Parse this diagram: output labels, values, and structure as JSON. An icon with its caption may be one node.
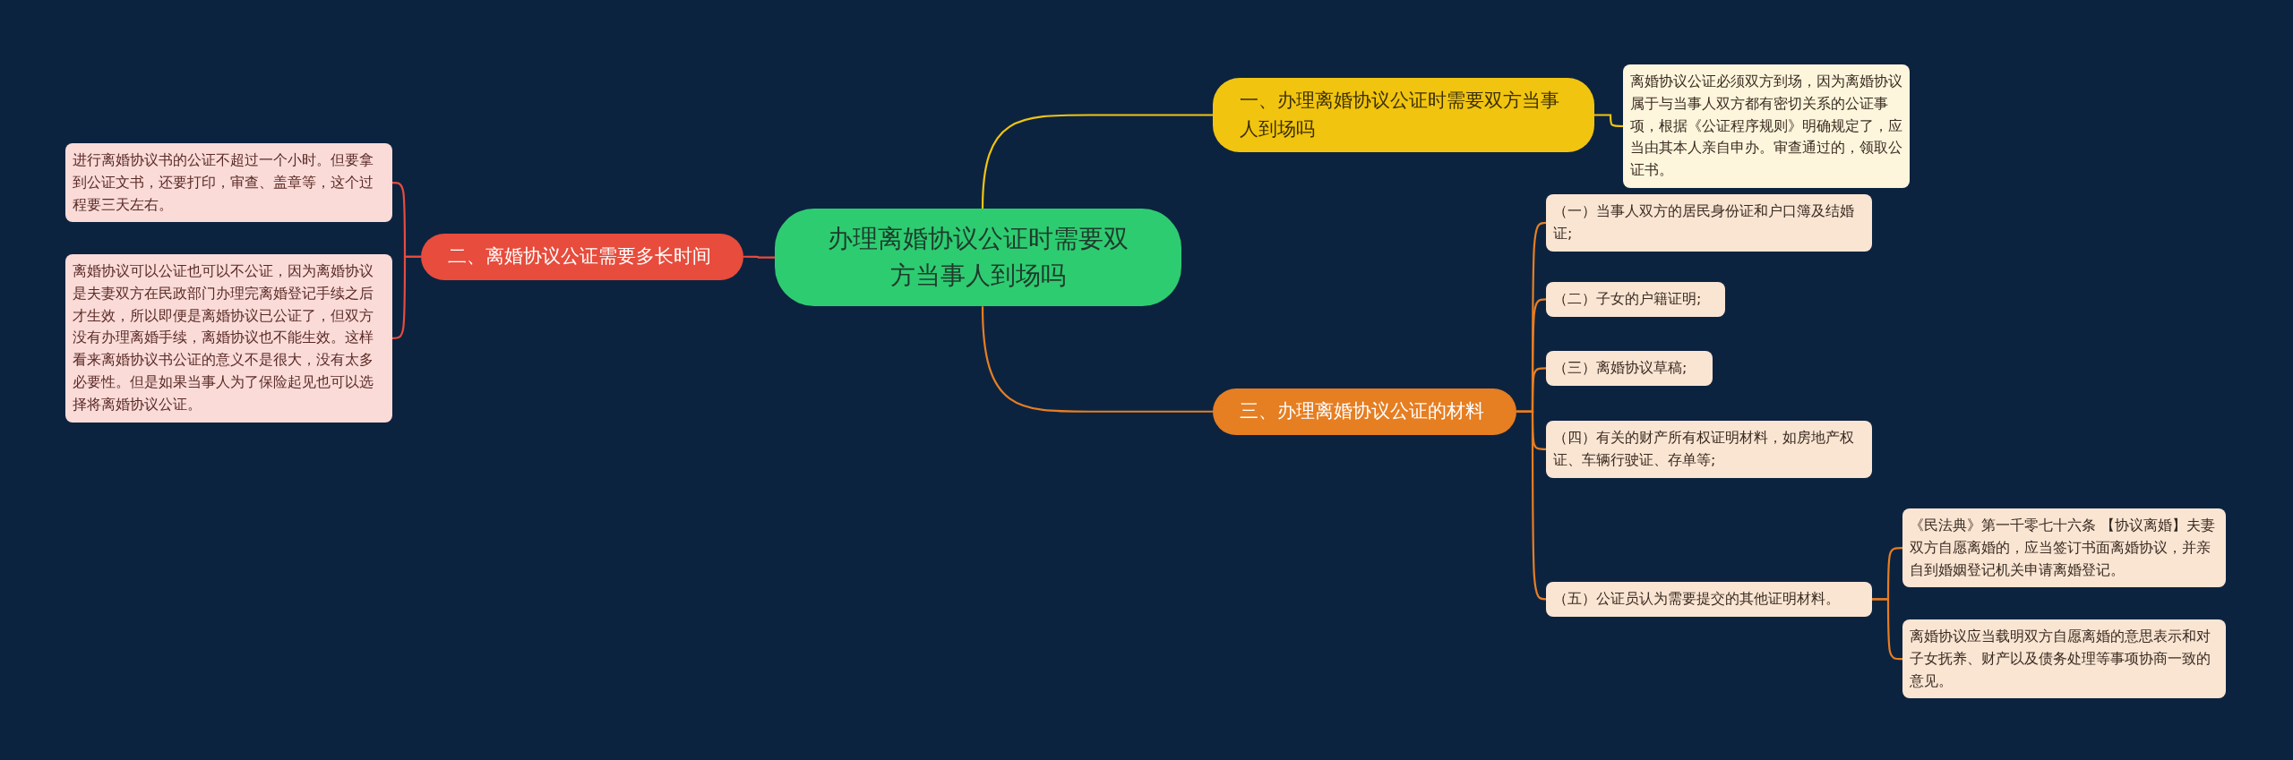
{
  "diagram": {
    "nodes": [
      {
        "text": [
          "办理离婚协议公证时需要双方当事人到场吗"
        ]
      },
      {
        "text": [
          "一、办理离婚协议公证时需要双方当事人到场吗"
        ]
      },
      {
        "text": [
          "离婚协议公证必须双方到场，因为离婚协议属于与当事人双方都有密切关系的公证事项，根据《公证程序规则》明确规定了，应当由其本人亲自申办。审查通过的，领取公证书。"
        ]
      },
      {
        "text": [
          "二、离婚协议公证需要多长时间"
        ]
      },
      {
        "text": [
          "进行离婚协议书的公证不超过一个小时。但要拿到公证文书，还要打印，审查、盖章等，这个过程要三天左右。"
        ]
      },
      {
        "text": [
          "离婚协议可以公证也可以不公证，因为离婚协议是夫妻双方在民政部门办理完离婚登记手续之后才生效，所以即便是离婚协议已公证了，但双方没有办理离婚手续，离婚协议也不能生效。这样看来离婚协议书公证的意义不是很大，没有太多必要性。但是如果当事人为了保险起见也可以选择将离婚协议公证。"
        ]
      },
      {
        "text": [
          "三、办理离婚协议公证的材料"
        ]
      },
      {
        "text": [
          "（一）当事人双方的居民身份证和户口簿及结婚证;"
        ]
      },
      {
        "text": [
          "（二）子女的户籍证明;"
        ]
      },
      {
        "text": [
          "（三）离婚协议草稿;"
        ]
      },
      {
        "text": [
          "（四）有关的财产所有权证明材料，如房地产权证、车辆行驶证、存单等;"
        ]
      },
      {
        "text": [
          "（五）公证员认为需要提交的其他证明材料。"
        ]
      },
      {
        "text": [
          "《民法典》第一千零七十六条 【协议离婚】夫妻双方自愿离婚的，应当签订书面离婚协议，并亲自到婚姻登记机关申请离婚登记。"
        ]
      },
      {
        "text": [
          "离婚协议应当载明双方自愿离婚的意思表示和对子女抚养、财产以及债务处理等事项协商一致的意见。"
        ]
      }
    ],
    "edges": [
      {
        "from": 0,
        "to": 1,
        "arrow": "none",
        "color": "#f1c40f"
      },
      {
        "from": 1,
        "to": 2,
        "arrow": "none",
        "color": "#f1c40f"
      },
      {
        "from": 0,
        "to": 3,
        "arrow": "none",
        "color": "#e74c3c"
      },
      {
        "from": 3,
        "to": 4,
        "arrow": "none",
        "color": "#e74c3c"
      },
      {
        "from": 3,
        "to": 5,
        "arrow": "none",
        "color": "#e74c3c"
      },
      {
        "from": 0,
        "to": 6,
        "arrow": "none"
      },
      {
        "from": 6,
        "to": 7,
        "arrow": "none"
      },
      {
        "from": 6,
        "to": 8,
        "arrow": "none"
      },
      {
        "from": 6,
        "to": 9,
        "arrow": "none"
      },
      {
        "from": 6,
        "to": 10,
        "arrow": "none"
      },
      {
        "from": 6,
        "to": 11,
        "arrow": "none"
      },
      {
        "from": 11,
        "to": 12,
        "arrow": "none"
      },
      {
        "from": 11,
        "to": 13,
        "arrow": "none"
      }
    ]
  }
}
